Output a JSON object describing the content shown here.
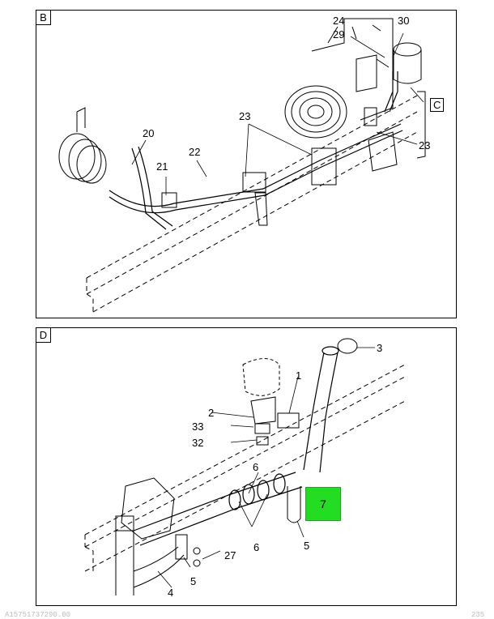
{
  "panel_b": {
    "letter": "B",
    "callouts": {
      "c24": "24",
      "c29": "29",
      "c30": "30",
      "cC": "C",
      "c20": "20",
      "c21": "21",
      "c22": "22",
      "c23a": "23",
      "c23b": "23"
    }
  },
  "panel_d": {
    "letter": "D",
    "callouts": {
      "c3": "3",
      "c1": "1",
      "c2": "2",
      "c33": "33",
      "c32": "32",
      "c6a": "6",
      "c6b": "6",
      "c7": "7",
      "c5a": "5",
      "c27": "27",
      "c5b": "5",
      "c4": "4"
    },
    "highlight_color": "#22dd22"
  },
  "footer": {
    "left": "A15751737290.00",
    "right": "235"
  }
}
